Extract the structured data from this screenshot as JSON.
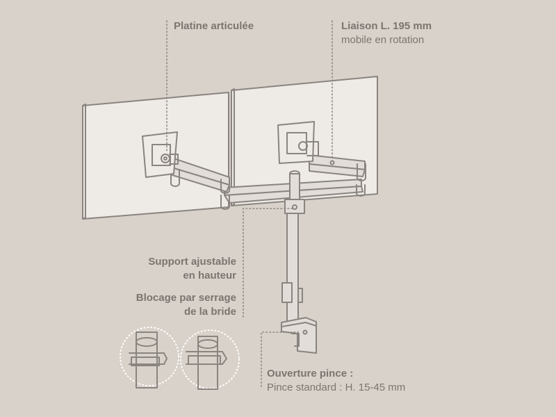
{
  "labels": {
    "platine": "Platine articulée",
    "liaison_title": "Liaison L. 195 mm",
    "liaison_sub": "mobile en rotation",
    "support_line1": "Support ajustable",
    "support_line2": "en hauteur",
    "blocage_line1": "Blocage par serrage",
    "blocage_line2": "de la bride",
    "ouverture_title": "Ouverture pince :",
    "ouverture_sub": "Pince standard : H. 15-45 mm"
  },
  "colors": {
    "background": "#d9d2ca",
    "line": "#8a8480",
    "text": "#7b7571",
    "screen_fill": "#eeeae6"
  }
}
